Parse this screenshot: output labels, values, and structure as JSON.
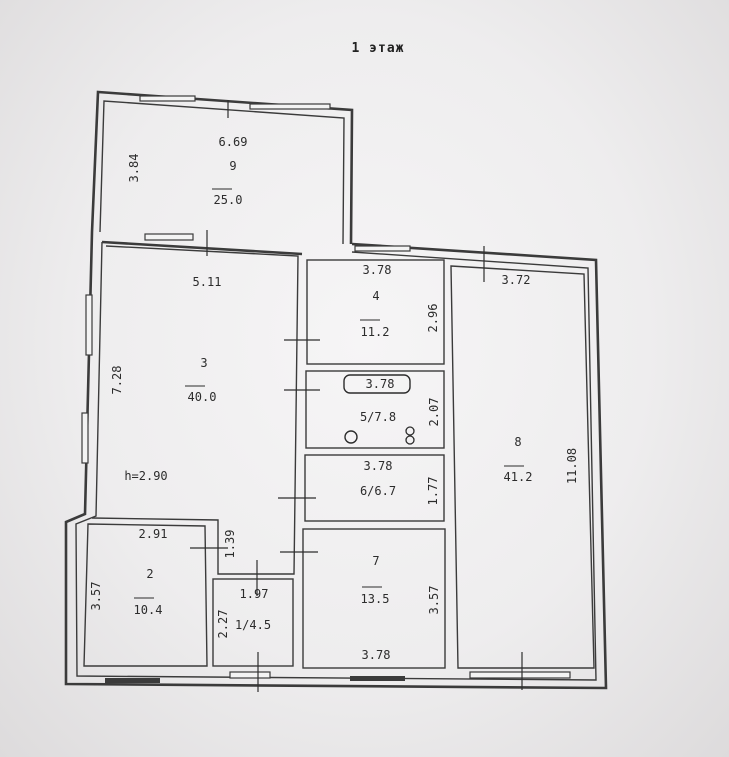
{
  "floor_title": "1 этаж",
  "ceiling_height": "h=2.90",
  "rooms": [
    {
      "number": "9",
      "area": "25.0",
      "dims": [
        "6.69",
        "3.84"
      ]
    },
    {
      "number": "3",
      "area": "40.0",
      "dims": [
        "5.11",
        "7.28"
      ]
    },
    {
      "number": "4",
      "area": "11.2",
      "dims": [
        "3.78",
        "2.96"
      ]
    },
    {
      "number": "5/7.8",
      "dims": [
        "3.78",
        "2.07"
      ]
    },
    {
      "number": "6/6.7",
      "dims": [
        "3.78",
        "1.77"
      ]
    },
    {
      "number": "7",
      "area": "13.5",
      "dims": [
        "3.78",
        "3.57"
      ]
    },
    {
      "number": "8",
      "area": "41.2",
      "dims": [
        "3.72",
        "11.08"
      ]
    },
    {
      "number": "2",
      "area": "10.4",
      "dims": [
        "2.91",
        "3.57"
      ]
    },
    {
      "number": "1/4.5",
      "dims": [
        "1.97",
        "2.27"
      ]
    },
    {
      "extra_dim": "1.39"
    }
  ]
}
